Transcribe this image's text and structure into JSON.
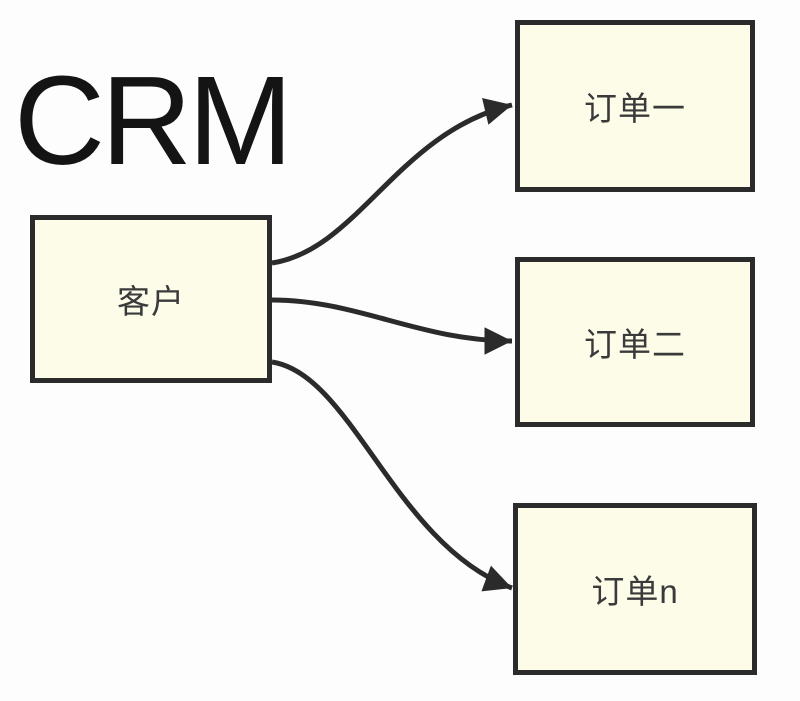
{
  "title": "CRM",
  "colors": {
    "background": "#fdfdfd",
    "node_fill": "#fcfce9",
    "stroke": "#2b2b2b",
    "node_text": "#3a3a3a",
    "title_text": "#141414"
  },
  "nodes": [
    {
      "id": "customer",
      "label": "客户"
    },
    {
      "id": "order1",
      "label": "订单一"
    },
    {
      "id": "order2",
      "label": "订单二"
    },
    {
      "id": "ordern",
      "label": "订单n"
    }
  ],
  "edges": [
    {
      "from": "customer",
      "to": "order1"
    },
    {
      "from": "customer",
      "to": "order2"
    },
    {
      "from": "customer",
      "to": "ordern"
    }
  ]
}
